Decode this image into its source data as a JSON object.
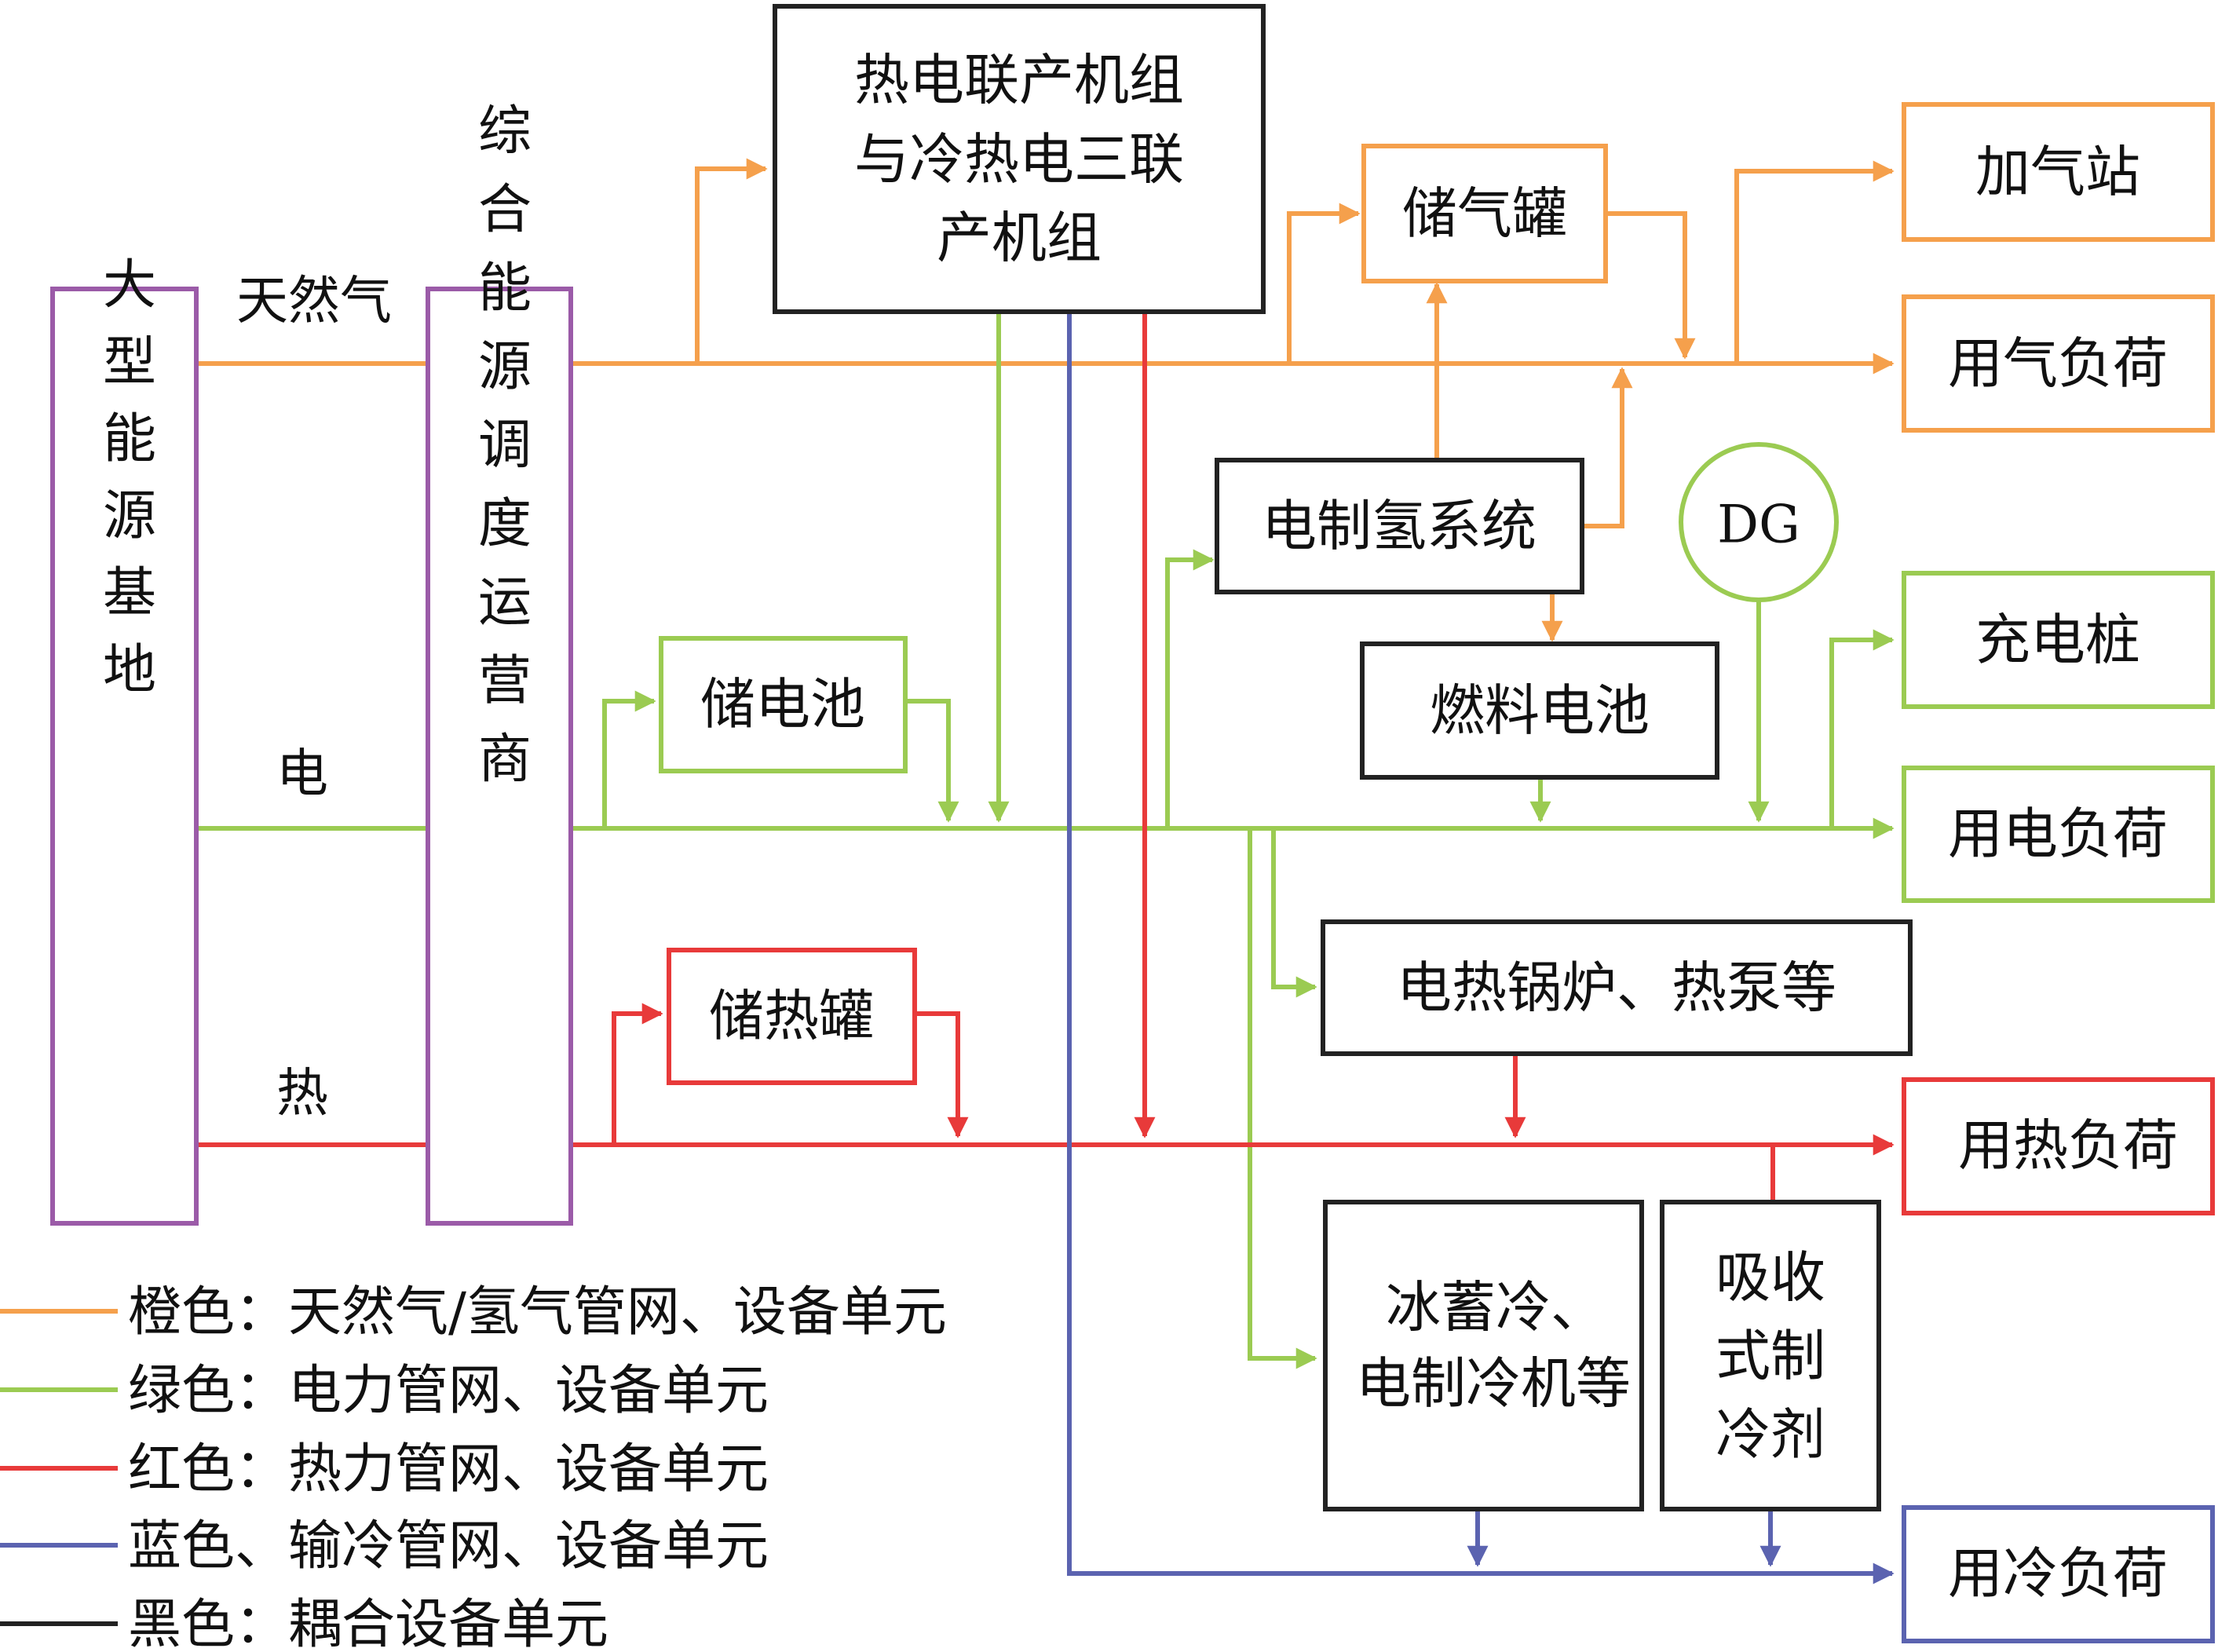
{
  "colors": {
    "orange": "#F5A04C",
    "green": "#9BCB52",
    "red": "#E83A3A",
    "blue": "#5B63B0",
    "black": "#222222",
    "purple": "#9B5BA8"
  },
  "nodes": {
    "energy_base": "大型能源基地",
    "operator": "综合能源调度运营商",
    "chp": [
      "热电联产机组",
      "与冷热电三联",
      "产机组"
    ],
    "gas_storage": "储气罐",
    "gas_station": "加气站",
    "gas_load": "用气负荷",
    "electrolysis": "电制氢系统",
    "dg": "DG",
    "fuel_cell": "燃料电池",
    "charging_pile": "充电桩",
    "battery": "储电池",
    "power_load": "用电负荷",
    "electric_boiler": "电热锅炉、热泵等",
    "heat_storage": "储热罐",
    "heat_load": "用热负荷",
    "ice_storage": [
      "冰蓄冷、",
      "电制冷机等"
    ],
    "absorption_chiller": [
      "吸收",
      "式制",
      "冷剂"
    ],
    "cooling_load": "用冷负荷"
  },
  "flow_labels": {
    "gas": "天然气",
    "electricity": "电",
    "heat": "热"
  },
  "legend": [
    {
      "color": "#F5A04C",
      "text": "橙色：天然气/氢气管网、设备单元"
    },
    {
      "color": "#9BCB52",
      "text": "绿色：电力管网、设备单元"
    },
    {
      "color": "#E83A3A",
      "text": "红色：热力管网、设备单元"
    },
    {
      "color": "#5B63B0",
      "text": "蓝色、输冷管网、设备单元"
    },
    {
      "color": "#222222",
      "text": "黑色：耦合设备单元"
    }
  ]
}
